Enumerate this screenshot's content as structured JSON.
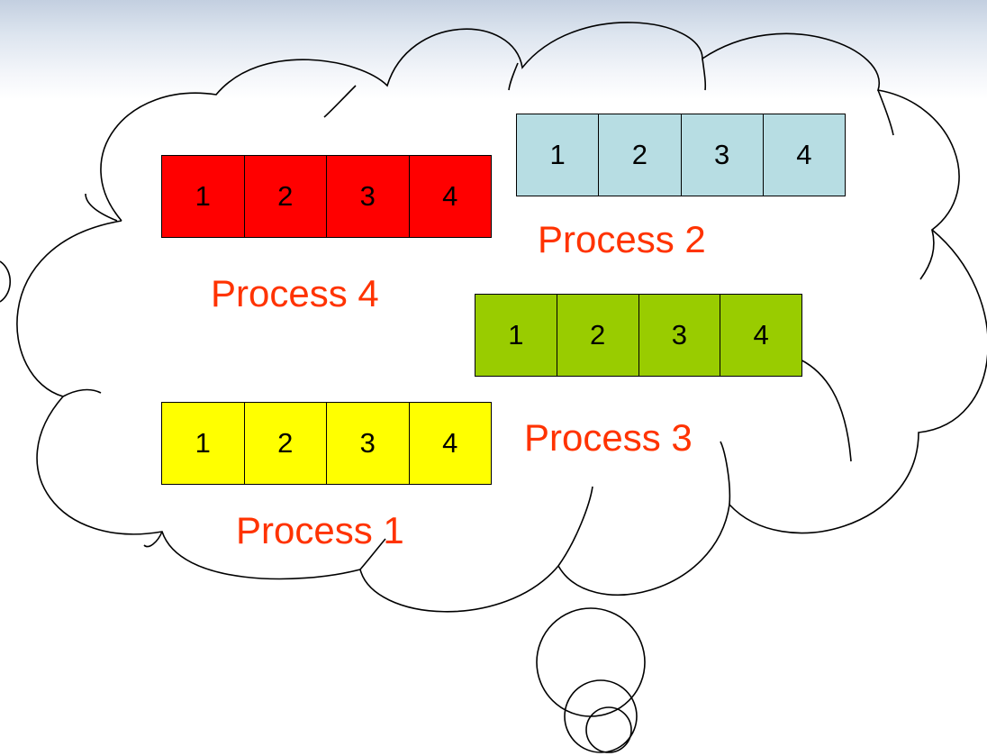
{
  "processes": [
    {
      "name": "Process 4",
      "color": "#ff0000",
      "cells": [
        "1",
        "2",
        "3",
        "4"
      ]
    },
    {
      "name": "Process 2",
      "color": "#b7dde3",
      "cells": [
        "1",
        "2",
        "3",
        "4"
      ]
    },
    {
      "name": "Process 3",
      "color": "#99cc00",
      "cells": [
        "1",
        "2",
        "3",
        "4"
      ]
    },
    {
      "name": "Process 1",
      "color": "#ffff00",
      "cells": [
        "1",
        "2",
        "3",
        "4"
      ]
    }
  ],
  "label_color": "#ff3300"
}
